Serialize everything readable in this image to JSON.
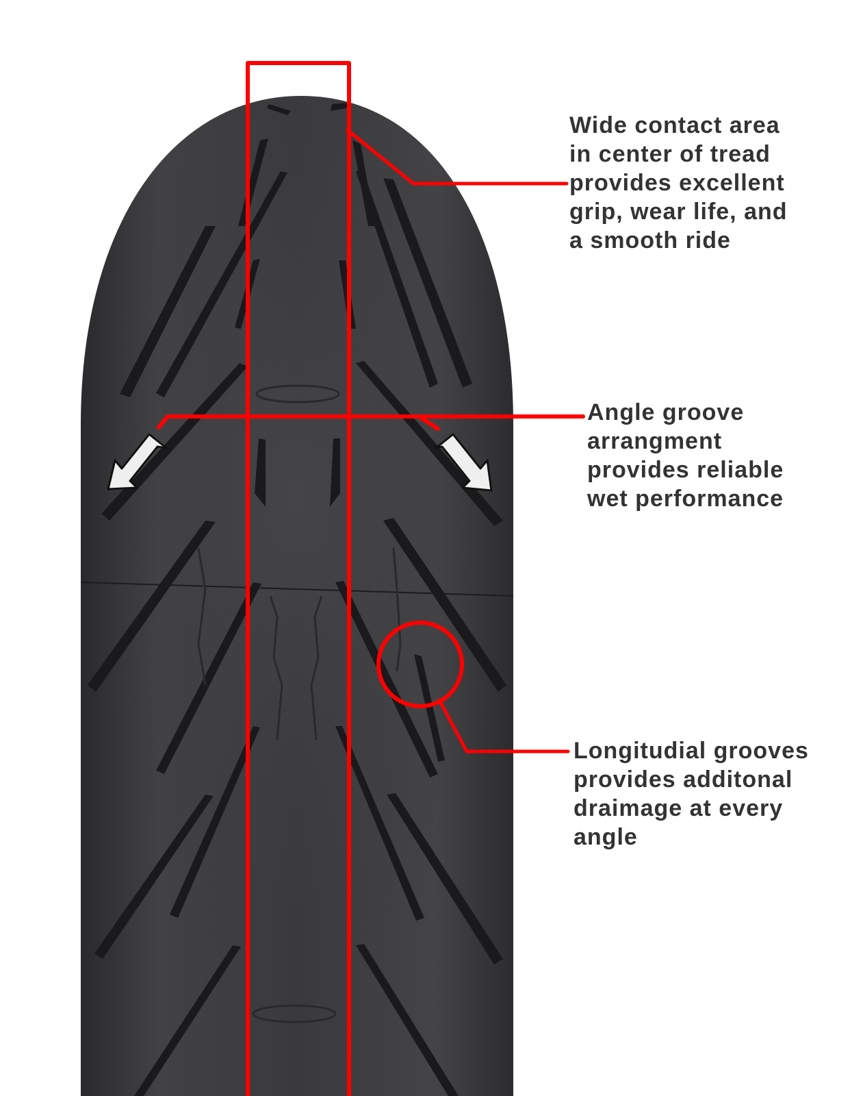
{
  "diagram": {
    "subject": "Motorcycle rear tire tread, front view",
    "accent_color": "#ff0000",
    "text_color": "#333333",
    "tire_color": "#3a3a3c",
    "arrow_fill": "#efefef"
  },
  "callouts": [
    {
      "id": "wide-contact-area",
      "lines": [
        "Wide contact area",
        "in center of tread",
        "provides excellent",
        "grip, wear life, and",
        "a smooth ride"
      ],
      "marker": "rectangle-center-band"
    },
    {
      "id": "angle-groove",
      "lines": [
        "Angle groove",
        "arrangment",
        "provides reliable",
        "wet performance"
      ],
      "marker": "outward-arrows"
    },
    {
      "id": "longitudinal-grooves",
      "lines": [
        "Longitudial grooves",
        "provides additonal",
        "draimage at every",
        "angle"
      ],
      "marker": "circle-highlight"
    }
  ]
}
